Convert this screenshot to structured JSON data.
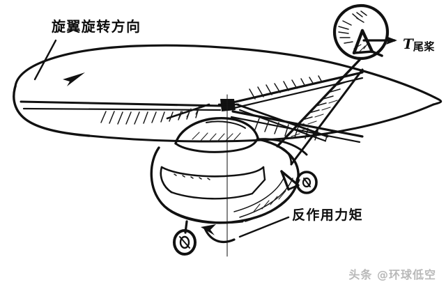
{
  "figure": {
    "kind": "technical-line-drawing",
    "subject": "helicopter-torque-diagram",
    "background_color": "#ffffff",
    "ink_color": "#111111"
  },
  "annotations": {
    "rotor_direction": {
      "text": "旋翼旋转方向",
      "meaning": "rotor rotation direction",
      "points_to": "main-rotor-disc-left-edge"
    },
    "tail_rotor_thrust": {
      "symbol": "T",
      "subscript": "尾桨",
      "meaning": "tail rotor thrust",
      "points_to": "tail-rotor-disc"
    },
    "reaction_torque": {
      "text": "反作用力矩",
      "meaning": "reaction torque",
      "points_to": "fuselage-bottom-curved-arrow"
    }
  },
  "parts": {
    "main_rotor_disc": "main-rotor-disc",
    "main_rotor_blade": "main-rotor-blade",
    "rotor_hub": "rotor-hub",
    "mast_axis": "mast-axis",
    "fuselage": "fuselage",
    "canopy": "canopy",
    "cabin_windows": "cabin-windows",
    "tail_boom": "tail-boom",
    "tail_rotor_disc": "tail-rotor-disc",
    "tail_rotor_hub": "tail-rotor-hub",
    "nose_wheel": "nose-landing-gear",
    "main_wheel": "main-landing-gear"
  },
  "watermark": {
    "text": "头条 @环球低空",
    "color": "#b9b9b9"
  }
}
